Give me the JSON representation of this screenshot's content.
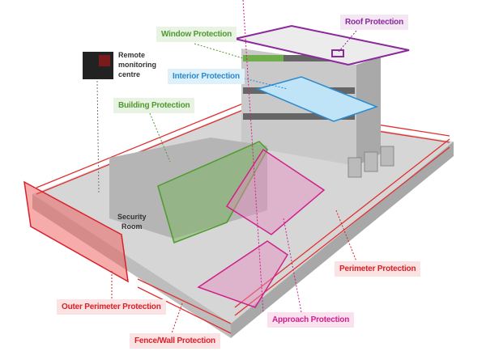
{
  "title": "Site security protection layers",
  "labels": {
    "roof": "Roof Protection",
    "window": "Window Protection",
    "interior": "Interior Protection",
    "building": "Building Protection",
    "remote_line1": "Remote",
    "remote_line2": "monitoring",
    "remote_line3": "centre",
    "security_line1": "Security",
    "security_line2": "Room",
    "perimeter": "Perimeter Protection",
    "outer_perimeter": "Outer Perimeter Protection",
    "fence_wall": "Fence/Wall Protection",
    "approach": "Approach Protection"
  },
  "colors": {
    "perimeter_red": "#d8202a",
    "building_green": "#4e9a2e",
    "interior_blue": "#2a8ad0",
    "roof_purple": "#8a2a9a",
    "approach_magenta": "#d0208a"
  }
}
